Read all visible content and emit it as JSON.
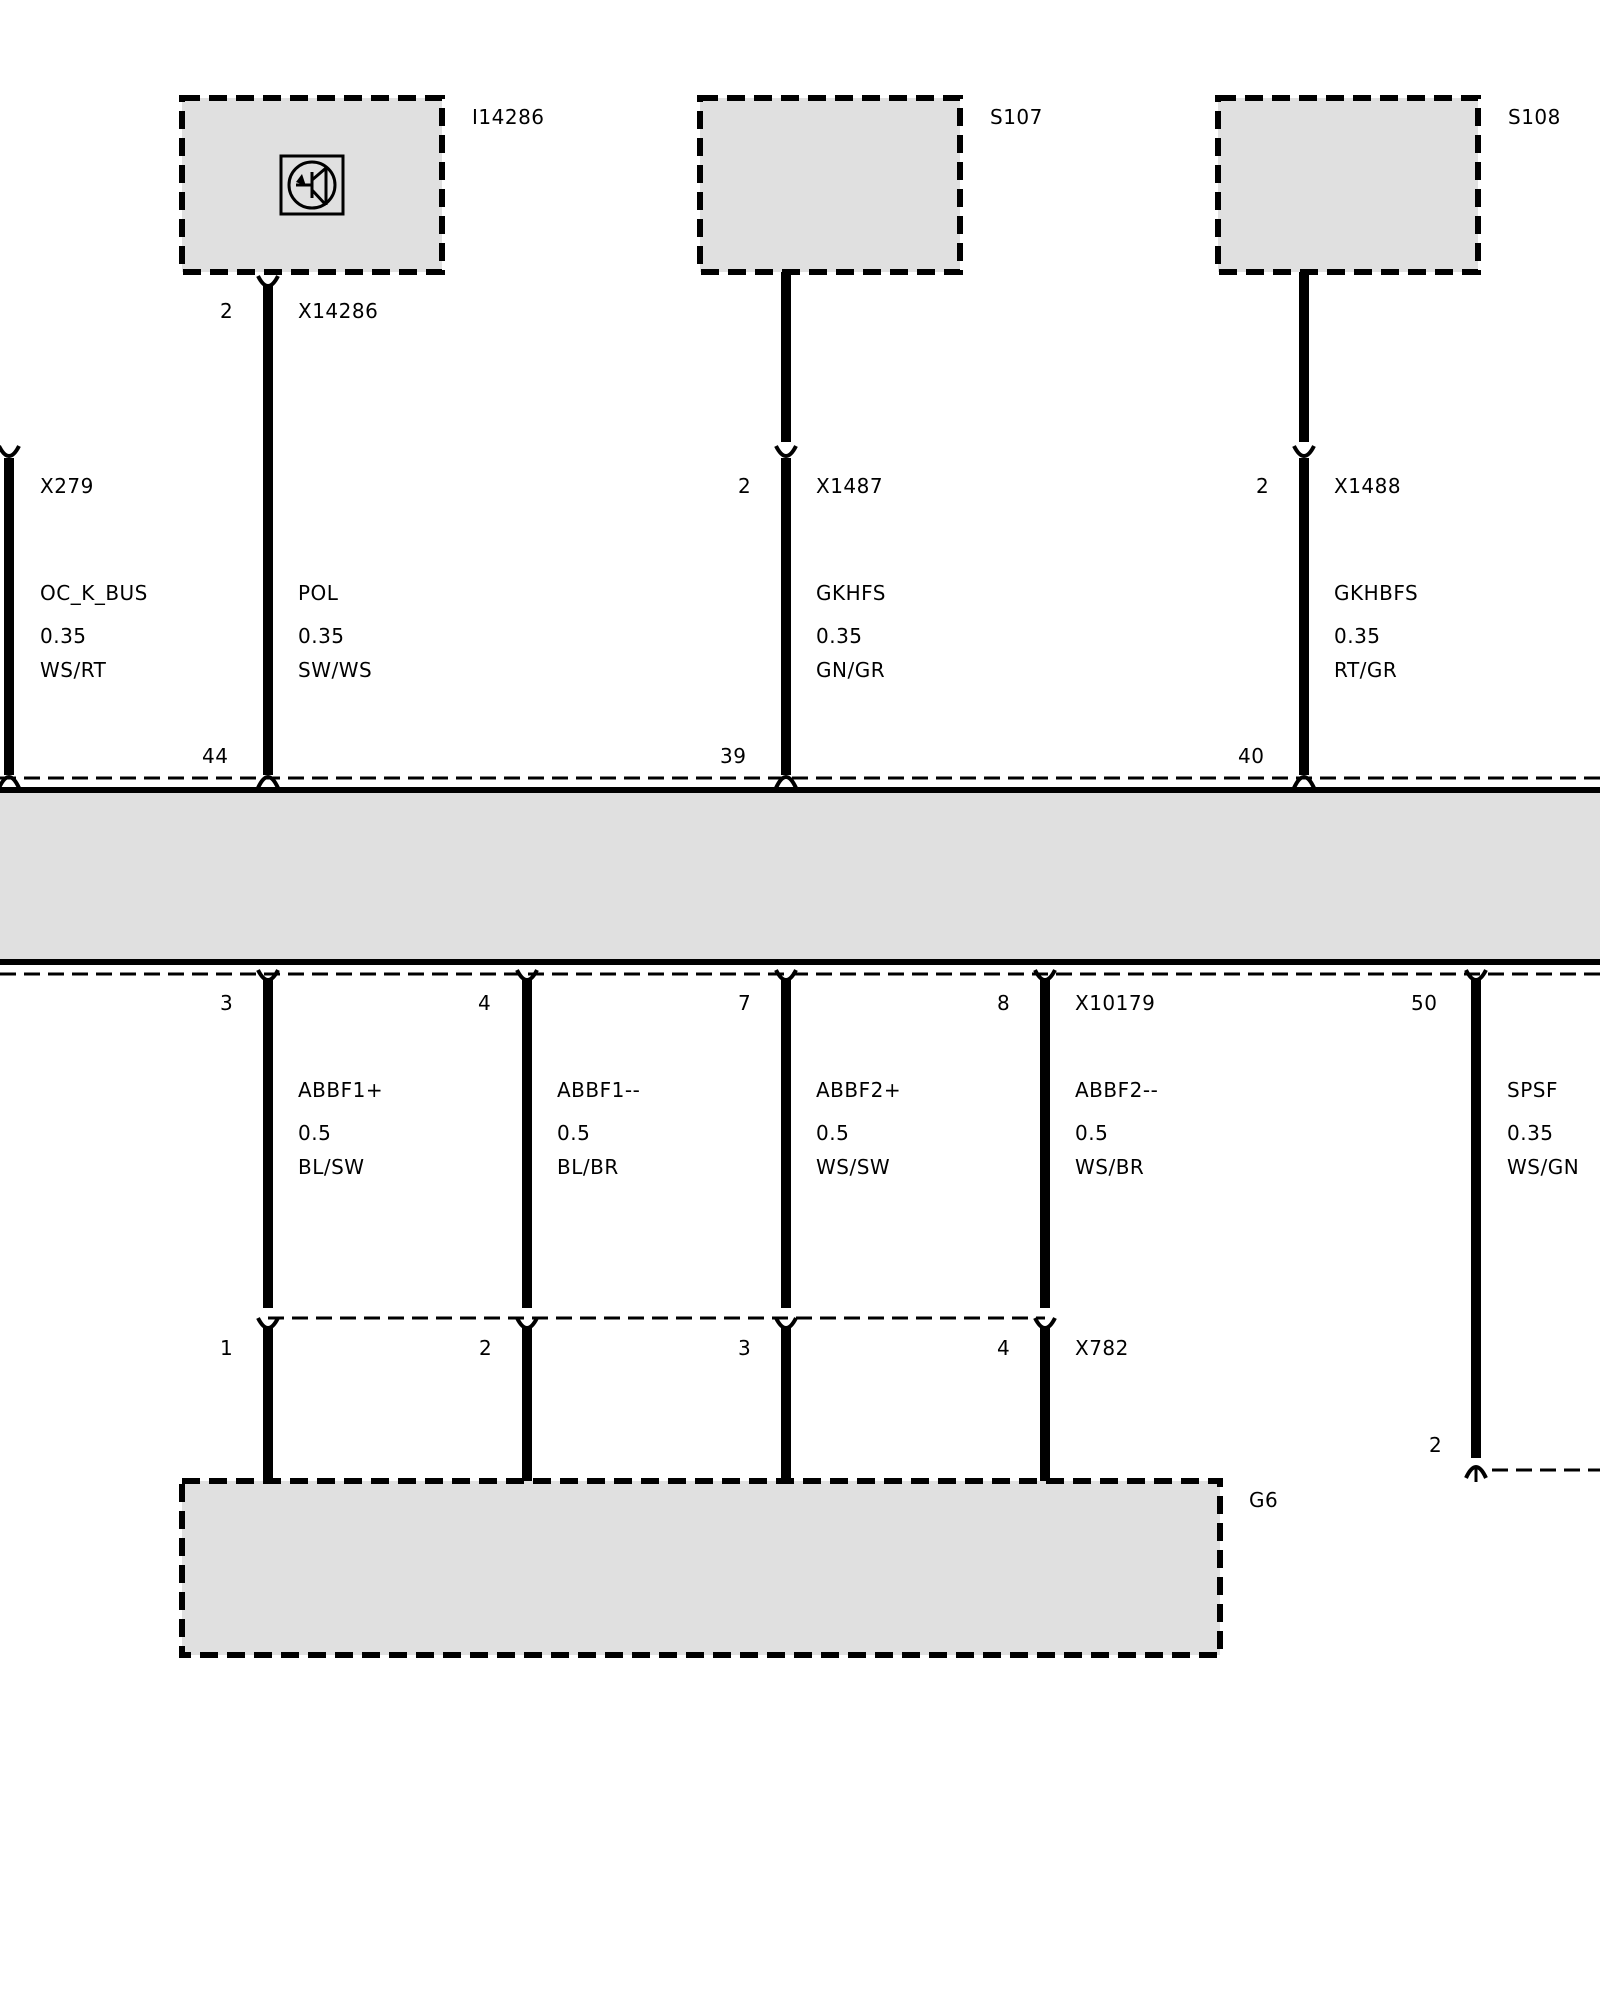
{
  "colors": {
    "fill": "#e0e0e0",
    "ink": "#000000",
    "background": "#ffffff"
  },
  "components": {
    "i14286": {
      "label": "I14286",
      "icon": "transistor-icon"
    },
    "s107": {
      "label": "S107"
    },
    "s108": {
      "label": "S108"
    },
    "g6": {
      "label": "G6"
    }
  },
  "connectors": {
    "x14286": {
      "label": "X14286",
      "pin": "2"
    },
    "x279": {
      "label": "X279"
    },
    "x1487": {
      "label": "X1487",
      "pin": "2"
    },
    "x1488": {
      "label": "X1488",
      "pin": "2"
    },
    "x10179": {
      "label": "X10179"
    },
    "x782": {
      "label": "X782",
      "pins": [
        "1",
        "2",
        "3",
        "4"
      ]
    },
    "spsf_end": {
      "pin": "2"
    }
  },
  "upper_wires": [
    {
      "signal": "OC_K_BUS",
      "gauge": "0.35",
      "color": "WS/RT",
      "bus_pin": ""
    },
    {
      "signal": "POL",
      "gauge": "0.35",
      "color": "SW/WS",
      "bus_pin": "44"
    },
    {
      "signal": "GKHFS",
      "gauge": "0.35",
      "color": "GN/GR",
      "bus_pin": "39"
    },
    {
      "signal": "GKHBFS",
      "gauge": "0.35",
      "color": "RT/GR",
      "bus_pin": "40"
    }
  ],
  "lower_wires": [
    {
      "signal": "ABBF1+",
      "gauge": "0.5",
      "color": "BL/SW",
      "bus_pin": "3"
    },
    {
      "signal": "ABBF1--",
      "gauge": "0.5",
      "color": "BL/BR",
      "bus_pin": "4"
    },
    {
      "signal": "ABBF2+",
      "gauge": "0.5",
      "color": "WS/SW",
      "bus_pin": "7"
    },
    {
      "signal": "ABBF2--",
      "gauge": "0.5",
      "color": "WS/BR",
      "bus_pin": "8"
    },
    {
      "signal": "SPSF",
      "gauge": "0.35",
      "color": "WS/GN",
      "bus_pin": "50"
    }
  ]
}
